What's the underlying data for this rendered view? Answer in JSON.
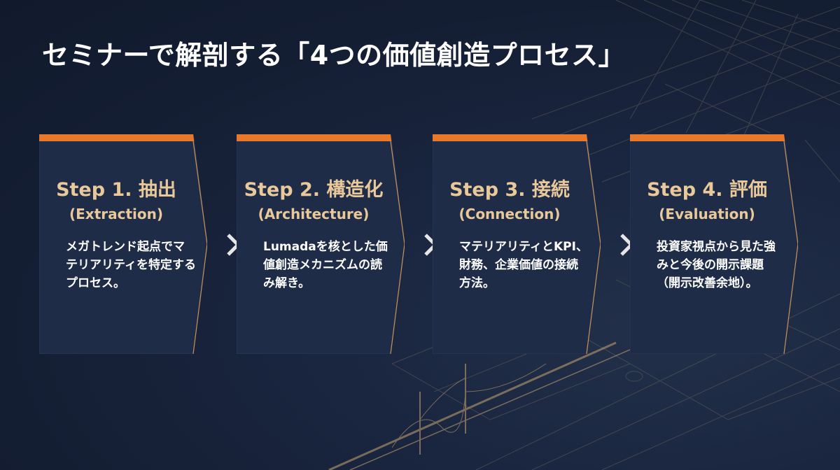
{
  "title": "セミナーで解剖する「4つの価値創造プロセス」",
  "colors": {
    "background": "#141e33",
    "card": "#1f2c48",
    "accent_bar": "#e8782a",
    "step_title": "#e9c89a",
    "text": "#ffffff"
  },
  "steps": [
    {
      "title": "Step 1. 抽出",
      "subtitle": "(Extraction)",
      "description": "メガトレンド起点でマテリアリティを特定するプロセス。"
    },
    {
      "title": "Step 2. 構造化",
      "subtitle": "(Architecture)",
      "description": "Lumadaを核とした価値創造メカニズムの読み解き。"
    },
    {
      "title": "Step 3. 接続",
      "subtitle": "(Connection)",
      "description": "マテリアリティとKPI、財務、企業価値の接続方法。"
    },
    {
      "title": "Step 4. 評価",
      "subtitle": "(Evaluation)",
      "description": "投資家視点から見た強みと今後の開示課題（開示改善余地）。"
    }
  ],
  "icons": {
    "separator": "chevron-right-icon"
  }
}
